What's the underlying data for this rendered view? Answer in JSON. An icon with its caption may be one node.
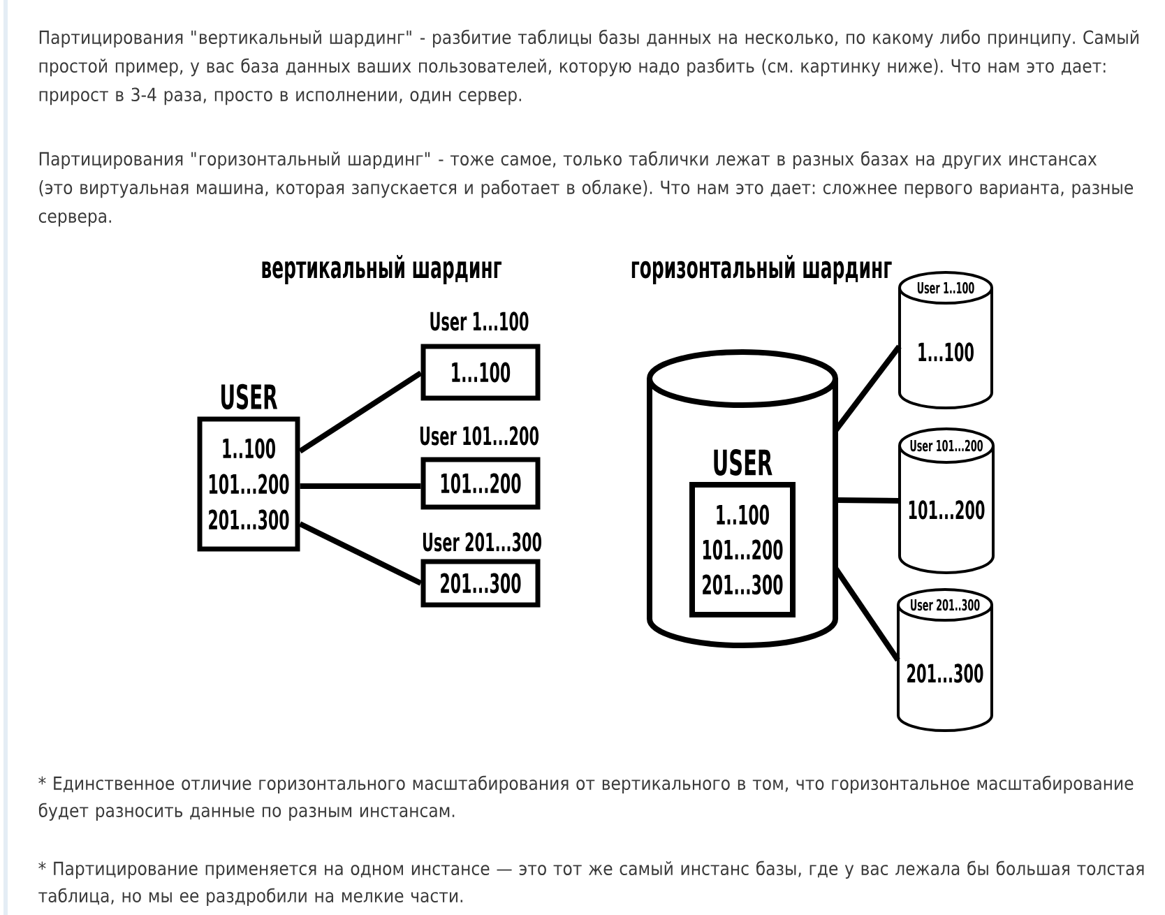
{
  "diagram": {
    "nodes": [
      {
        "text": [
          "USER",
          "1..100",
          "101...200",
          "201...300"
        ]
      },
      {
        "text": [
          "User 1...100",
          "1...100"
        ]
      },
      {
        "text": [
          "User 101...200",
          "101...200"
        ]
      },
      {
        "text": [
          "User 201...300",
          "201...300"
        ]
      },
      {
        "text": [
          "USER"
        ]
      },
      {
        "text": [
          "1..100",
          "101...200",
          "201...300"
        ],
        "in": 4
      },
      {
        "text": [
          "User 1..100",
          "1...100"
        ]
      },
      {
        "text": [
          "User 101...200",
          "101...200"
        ]
      },
      {
        "text": [
          "User 201..300",
          "201...300"
        ]
      }
    ],
    "edges": [
      {
        "from": 0,
        "to": 1,
        "arrow": "none"
      },
      {
        "from": 0,
        "to": 2,
        "arrow": "none"
      },
      {
        "from": 0,
        "to": 3,
        "arrow": "none"
      },
      {
        "from": 4,
        "to": 6,
        "arrow": "none"
      },
      {
        "from": 4,
        "to": 7,
        "arrow": "none"
      },
      {
        "from": 4,
        "to": 8,
        "arrow": "none"
      }
    ],
    "labels": [
      "Партицирования \"вертикальный шардинг\" - разбитие таблицы базы данных на несколько, по какому либо принципу. Самый простой пример, у вас база данных ваших пользователей, которую надо разбить (см. картинку ниже). Что нам это дает: прирост в 3-4 раза, просто в исполнении, один сервер.",
      "Партицирования \"горизонтальный шардинг\" - тоже самое, только таблички лежат в разных базах на других инстансах (это виртуальная машина, которая запускается и работает в облаке). Что нам это дает: сложнее первого варианта, разные сервера.",
      "вертикальный шардинг",
      "горизонтальный шардинг",
      "* Единственное отличие горизонтального масштабирования от вертикального в том, что горизонтальное масштабирование будет разносить данные по разным инстансам.",
      "* Партицирование применяется на одном инстансе — это тот же самый инстанс базы, где у вас лежала бы большая толстая таблица, но мы ее раздробили на мелкие части."
    ]
  }
}
